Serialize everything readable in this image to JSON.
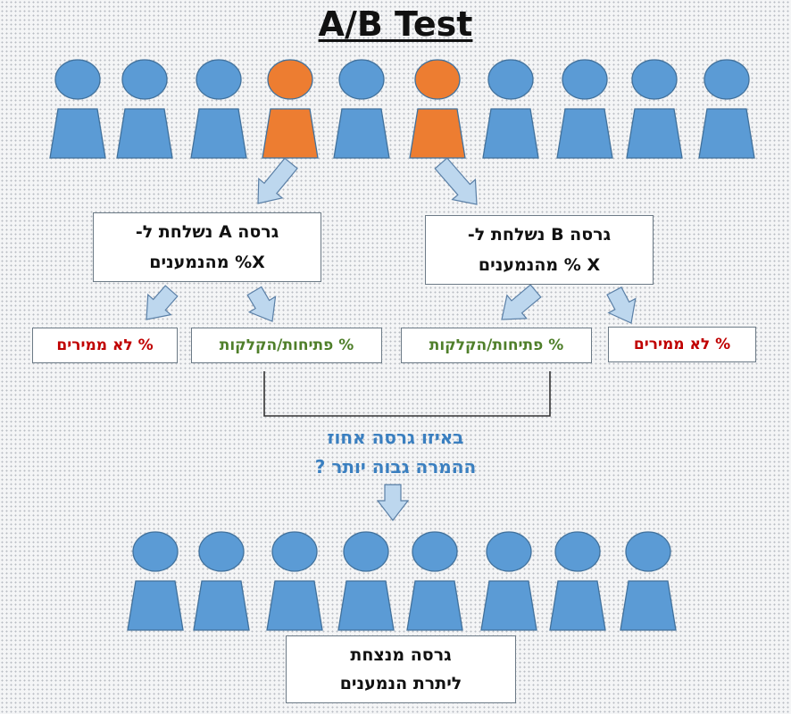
{
  "title": "A/B Test",
  "version_a": {
    "line1": "גרסה A נשלחת ל-",
    "line2": "X% מהנמענים"
  },
  "version_b": {
    "line1": "גרסה B נשלחת ל-",
    "line2": "X % מהנמענים"
  },
  "metrics": {
    "a_not_converting": "% לא ממירים",
    "a_opens_clicks": "% פתיחות/הקלקות",
    "b_opens_clicks": "% פתיחות/הקלקות",
    "b_not_converting": "% לא ממירים"
  },
  "question": {
    "line1": "באיזו גרסה אחוז",
    "line2": "ההמרה גבוה יותר ?"
  },
  "winner": {
    "line1": "גרסה מנצחת",
    "line2": "ליתרת הנמענים"
  },
  "top_people": [
    {
      "group": "remaining"
    },
    {
      "group": "remaining"
    },
    {
      "group": "remaining"
    },
    {
      "group": "test"
    },
    {
      "group": "remaining"
    },
    {
      "group": "test"
    },
    {
      "group": "remaining"
    },
    {
      "group": "remaining"
    },
    {
      "group": "remaining"
    },
    {
      "group": "remaining"
    }
  ],
  "bottom_people_count": 8,
  "colors": {
    "person_blue": "#5b9bd5",
    "person_orange": "#ed7d31",
    "arrow_fill": "#bdd7ee",
    "not_converting_text": "#c00000",
    "clicks_text": "#4f7f2a",
    "question_text": "#3a7fc0"
  }
}
